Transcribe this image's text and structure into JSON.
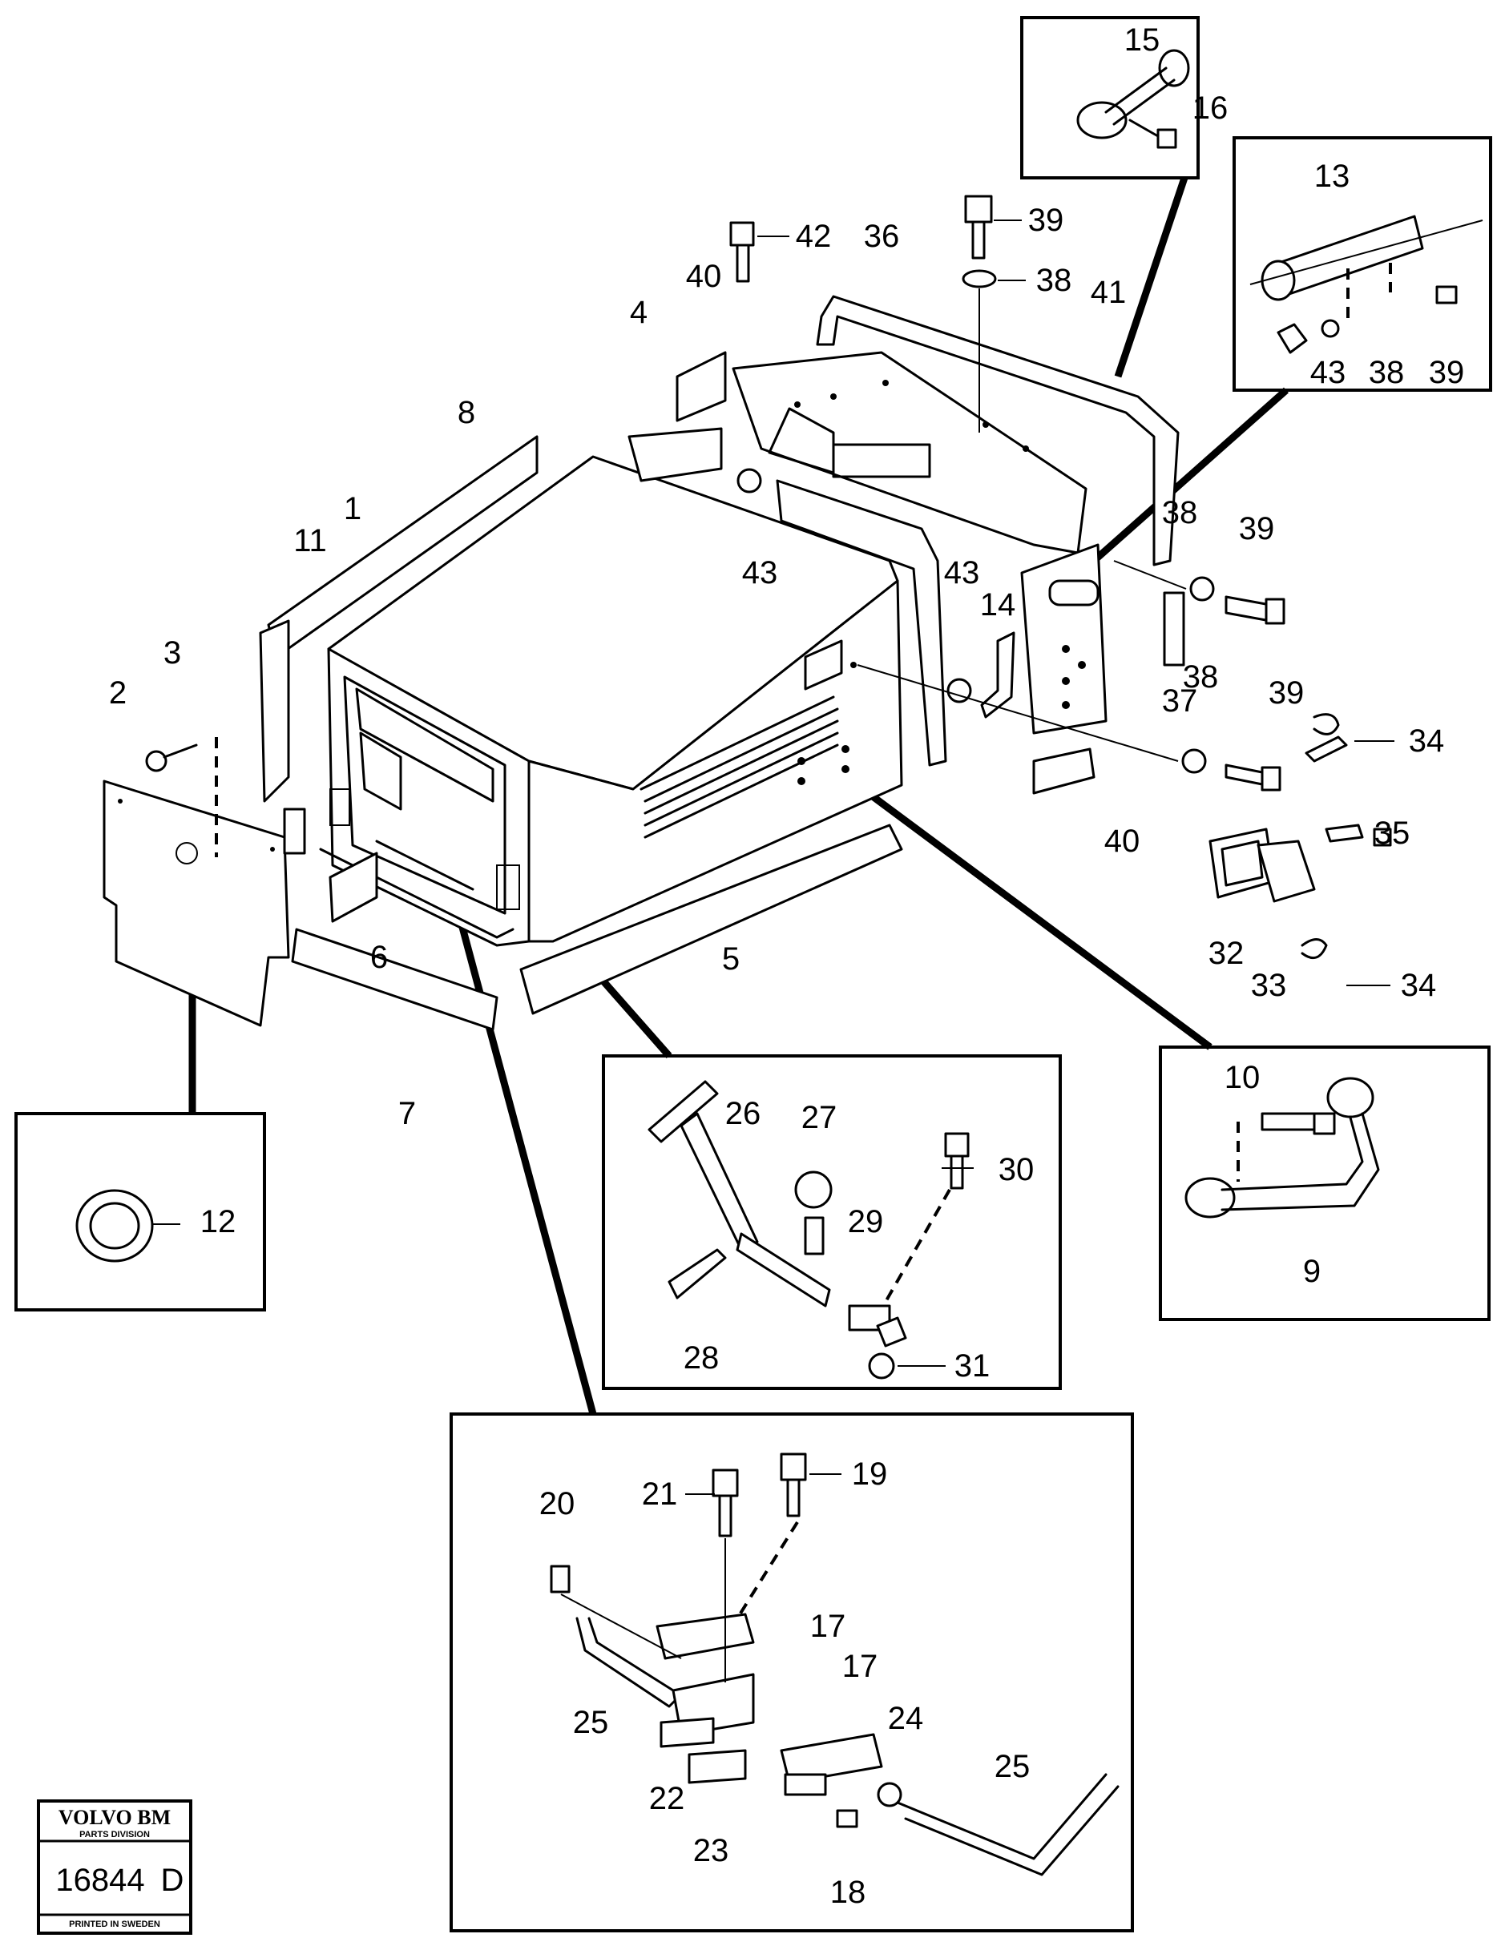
{
  "callouts": {
    "c1": "1",
    "c2": "2",
    "c3": "3",
    "c4": "4",
    "c5": "5",
    "c6": "6",
    "c7": "7",
    "c8": "8",
    "c9": "9",
    "c10": "10",
    "c11": "11",
    "c12": "12",
    "c13": "13",
    "c14": "14",
    "c15": "15",
    "c16": "16",
    "c17a": "17",
    "c17b": "17",
    "c18": "18",
    "c19": "19",
    "c20": "20",
    "c21": "21",
    "c22": "22",
    "c23": "23",
    "c24": "24",
    "c25a": "25",
    "c25b": "25",
    "c26": "26",
    "c27": "27",
    "c28": "28",
    "c29": "29",
    "c30": "30",
    "c31": "31",
    "c32": "32",
    "c33": "33",
    "c34a": "34",
    "c34b": "34",
    "c35": "35",
    "c36": "36",
    "c37": "37",
    "c38a": "38",
    "c38b": "38",
    "c38c": "38",
    "c38d": "38",
    "c39a": "39",
    "c39b": "39",
    "c39c": "39",
    "c39d": "39",
    "c40a": "40",
    "c40b": "40",
    "c41": "41",
    "c42": "42",
    "c43a": "43",
    "c43b": "43",
    "c43c": "43"
  },
  "stamp": {
    "brand": "VOLVO BM",
    "division": "PARTS DIVISION",
    "number": "16844",
    "suffix": "D",
    "printed": "PRINTED IN SWEDEN"
  }
}
